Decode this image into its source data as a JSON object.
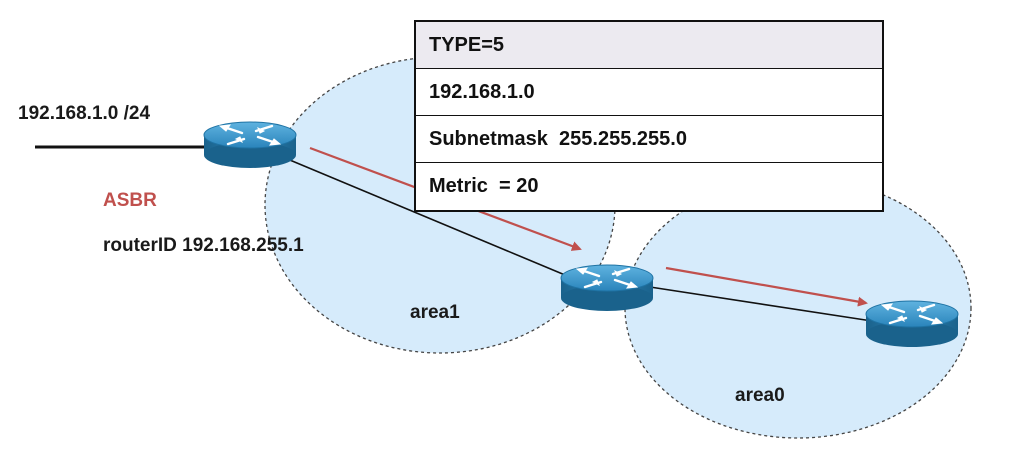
{
  "labels": {
    "network": "192.168.1.0 /24",
    "asbr": "ASBR",
    "router_id": "routerID 192.168.255.1",
    "area1": "area1",
    "area0": "area0"
  },
  "lsa": {
    "type": "TYPE=5",
    "network": "192.168.1.0",
    "subnetmask": "Subnetmask  255.255.255.0",
    "metric": "Metric  = 20"
  },
  "colors": {
    "area_fill": "#d6ebfb",
    "area_border": "#444444",
    "arrow": "#c0504d",
    "router_top": "#2e8bc0",
    "router_side": "#1d6f9c",
    "asbr_label": "#c0504d"
  },
  "icons": [
    "router-icon",
    "router-icon",
    "router-icon"
  ]
}
